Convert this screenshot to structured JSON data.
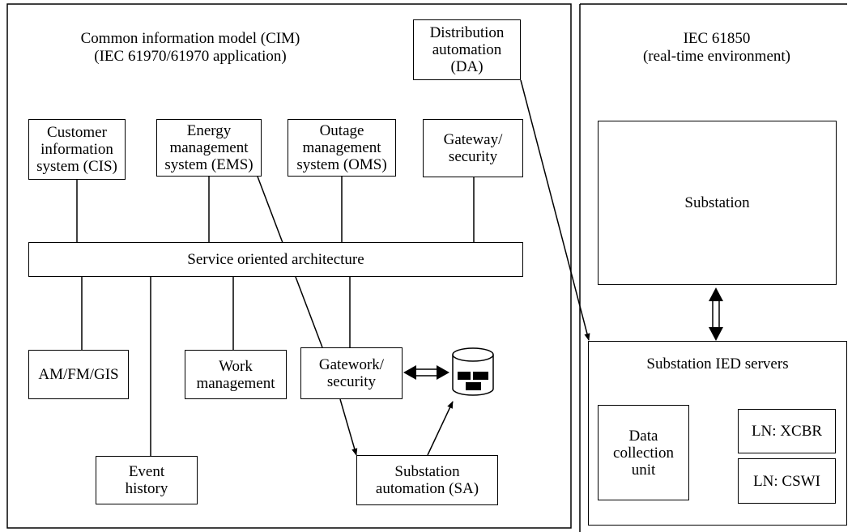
{
  "cim": {
    "title": "Common information model (CIM)\n(IEC 61970/61970 application)"
  },
  "iec61850": {
    "title": "IEC 61850\n(real-time environment)"
  },
  "boxes": {
    "da": "Distribution\nautomation\n(DA)",
    "cis": "Customer\ninformation\nsystem (CIS)",
    "ems": "Energy\nmanagement\nsystem (EMS)",
    "oms": "Outage\nmanagement\nsystem (OMS)",
    "gateway": "Gateway/\nsecurity",
    "soa": "Service oriented architecture",
    "amfm": "AM/FM/GIS",
    "work": "Work\nmanagement",
    "gatework": "Gatework/\nsecurity",
    "event": "Event\nhistory",
    "sa": "Substation\nautomation (SA)",
    "substation": "Substation",
    "ied": "Substation IED servers",
    "dcu": "Data\ncollection\nunit",
    "xcbr": "LN: XCBR",
    "cswi": "LN: CSWI"
  }
}
